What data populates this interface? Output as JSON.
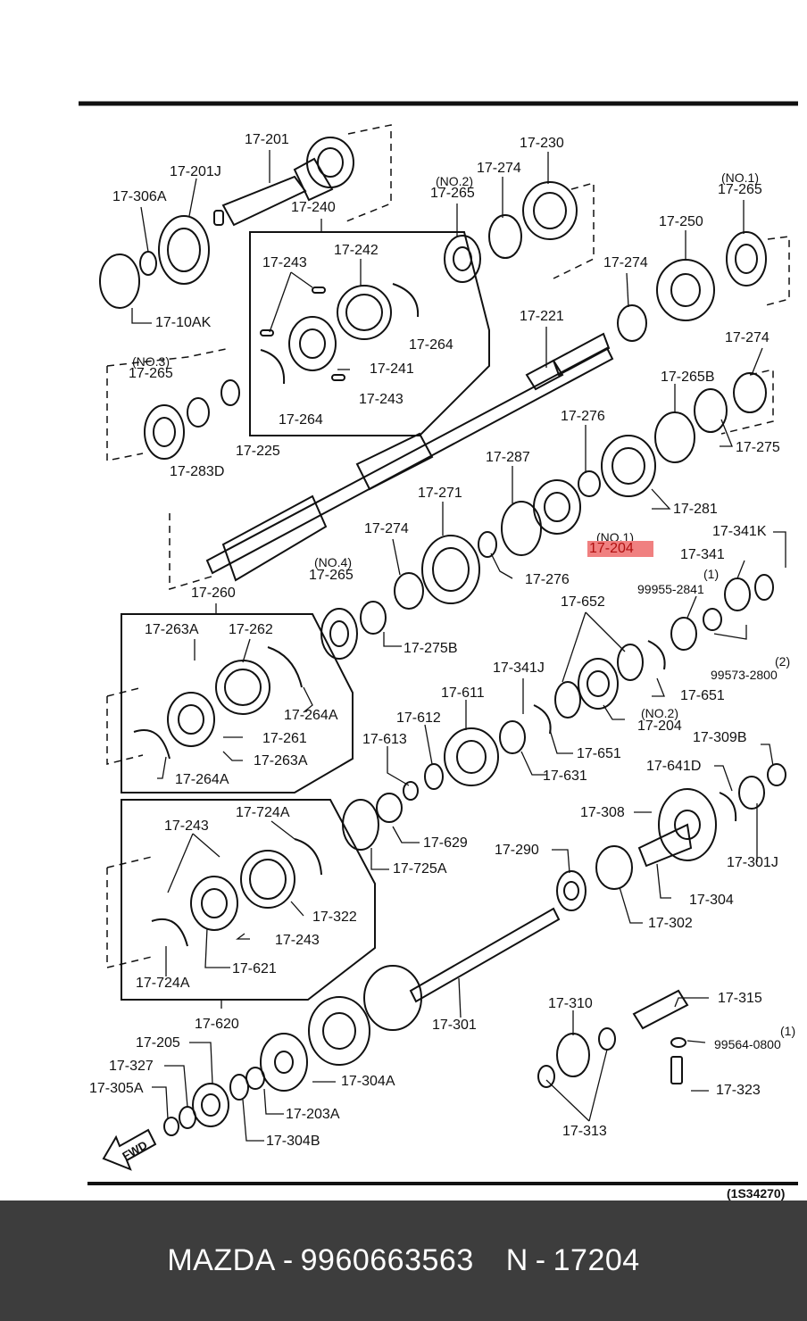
{
  "labels": {
    "p17_201": "17-201",
    "p17_201j": "17-201J",
    "p17_306a": "17-306A",
    "p17_10ak": "17-10AK",
    "p17_240": "17-240",
    "p17_243_a": "17-243",
    "p17_242": "17-242",
    "p17_264_a": "17-264",
    "p17_241": "17-241",
    "p17_243_b": "17-243",
    "p17_264_b": "17-264",
    "p17_230": "17-230",
    "p17_274_a": "17-274",
    "no2_a": "(NO.2)",
    "p17_265_a": "17-265",
    "no1_a": "(NO.1)",
    "p17_265_b": "17-265",
    "p17_250": "17-250",
    "p17_274_b": "17-274",
    "p17_221": "17-221",
    "no3": "(NO.3)",
    "p17_265_c": "17-265",
    "p17_283d": "17-283D",
    "p17_225": "17-225",
    "p17_274_c": "17-274",
    "p17_265b": "17-265B",
    "p17_276_a": "17-276",
    "p17_275": "17-275",
    "p17_287": "17-287",
    "p17_281": "17-281",
    "p17_271": "17-271",
    "no1_b": "(NO.1)",
    "p17_204_a": "17-204",
    "p17_274_d": "17-274",
    "p17_276_b": "17-276",
    "p17_341k": "17-341K",
    "p17_341": "17-341",
    "q1_a": "(1)",
    "p99955": "99955-2841",
    "no4": "(NO.4)",
    "p17_265_d": "17-265",
    "p17_260": "17-260",
    "p17_275b": "17-275B",
    "p17_652": "17-652",
    "p17_263a_a": "17-263A",
    "p17_262": "17-262",
    "q2": "(2)",
    "p99573": "99573-2800",
    "p17_264a_a": "17-264A",
    "p17_341j": "17-341J",
    "p17_651_a": "17-651",
    "no2_b": "(NO.2)",
    "p17_204_b": "17-204",
    "p17_261": "17-261",
    "p17_263a_b": "17-263A",
    "p17_264a_b": "17-264A",
    "p17_611": "17-611",
    "p17_612": "17-612",
    "p17_613": "17-613",
    "p17_651_b": "17-651",
    "p17_631": "17-631",
    "p17_309b": "17-309B",
    "p17_641d": "17-641D",
    "p17_724a_a": "17-724A",
    "p17_243_c": "17-243",
    "p17_308": "17-308",
    "p17_629": "17-629",
    "p17_725a": "17-725A",
    "p17_290": "17-290",
    "p17_301j": "17-301J",
    "p17_322": "17-322",
    "p17_304": "17-304",
    "p17_243_d": "17-243",
    "p17_302": "17-302",
    "p17_724a_b": "17-724A",
    "p17_621": "17-621",
    "p17_620": "17-620",
    "p17_301": "17-301",
    "p17_310": "17-310",
    "p17_315": "17-315",
    "q1_b": "(1)",
    "p99564": "99564-0800",
    "p17_205": "17-205",
    "p17_327": "17-327",
    "p17_305a": "17-305A",
    "p17_304a": "17-304A",
    "p17_203a": "17-203A",
    "p17_323": "17-323",
    "p17_304b": "17-304B",
    "p17_313": "17-313",
    "fwd": "FWD",
    "ref": "(1S34270)"
  },
  "footer": {
    "brand": "MAZDA",
    "sep1": "-",
    "part_number": "9960663563",
    "position_prefix": "N",
    "sep2": "-",
    "position_code": "17204"
  },
  "colors": {
    "highlight": "#f08080",
    "footer_bg": "#3d3d3d"
  }
}
